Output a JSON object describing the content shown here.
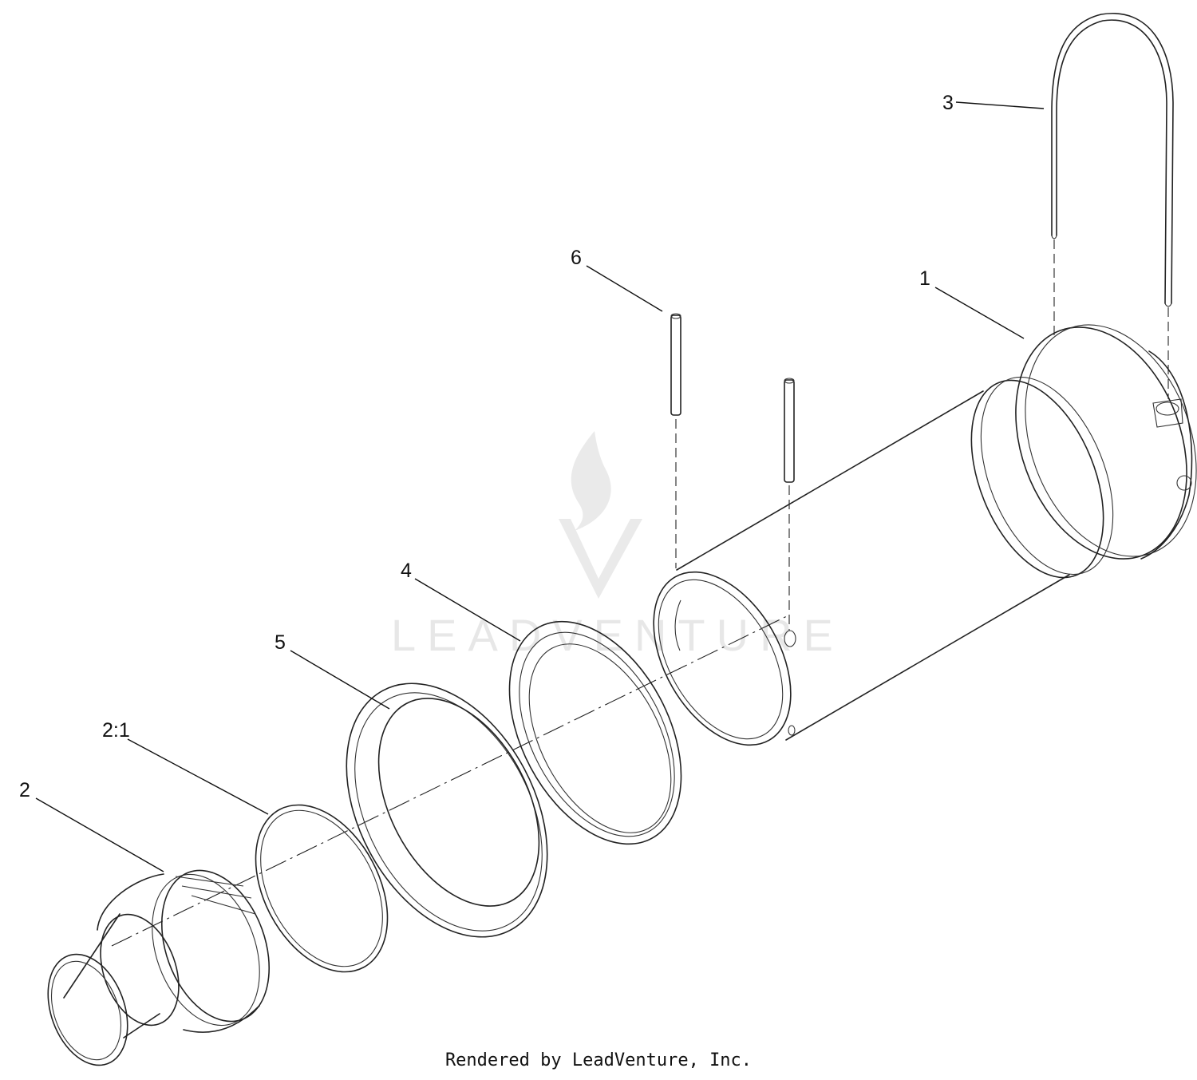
{
  "diagram": {
    "callouts": {
      "c1": "1",
      "c2": "2",
      "c2_1": "2:1",
      "c3": "3",
      "c4": "4",
      "c5": "5",
      "c6": "6"
    },
    "watermark_text": "LEADVENTURE",
    "footer": "Rendered by LeadVenture, Inc."
  }
}
